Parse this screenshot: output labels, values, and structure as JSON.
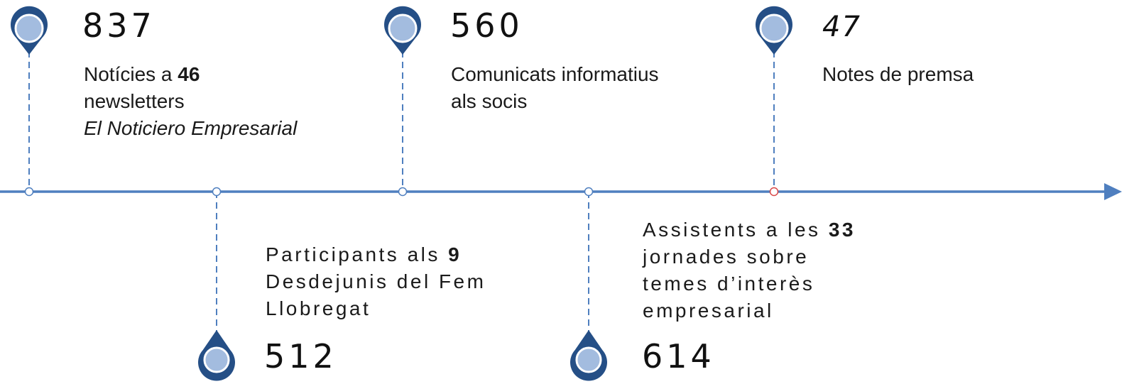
{
  "colors": {
    "line": "#4f7fbf",
    "pin_outer": "#254f86",
    "pin_inner": "#a3bcdf",
    "node_red": "#d94848"
  },
  "markers": [
    {
      "value": "837",
      "lines": [
        {
          "parts": [
            {
              "t": "Notícies a "
            },
            {
              "t": "46",
              "b": true
            }
          ]
        },
        {
          "parts": [
            {
              "t": "newsletters"
            }
          ]
        },
        {
          "parts": [
            {
              "t": "El Noticiero Empresarial",
              "i": true
            }
          ]
        }
      ]
    },
    {
      "value": "512",
      "lines": [
        {
          "parts": [
            {
              "t": "Participants als "
            },
            {
              "t": "9",
              "b": true
            }
          ]
        },
        {
          "parts": [
            {
              "t": "Desdejunis del Fem"
            }
          ]
        },
        {
          "parts": [
            {
              "t": "Llobregat"
            }
          ]
        }
      ]
    },
    {
      "value": "560",
      "lines": [
        {
          "parts": [
            {
              "t": "Comunicats informatius"
            }
          ]
        },
        {
          "parts": [
            {
              "t": "als socis"
            }
          ]
        }
      ]
    },
    {
      "value": "614",
      "lines": [
        {
          "parts": [
            {
              "t": "Assistents a les "
            },
            {
              "t": "33",
              "b": true
            }
          ]
        },
        {
          "parts": [
            {
              "t": "jornades sobre"
            }
          ]
        },
        {
          "parts": [
            {
              "t": "temes d’interès"
            }
          ]
        },
        {
          "parts": [
            {
              "t": "empresarial"
            }
          ]
        }
      ]
    },
    {
      "value": "47",
      "lines": [
        {
          "parts": [
            {
              "t": "Notes de premsa"
            }
          ]
        }
      ]
    }
  ]
}
